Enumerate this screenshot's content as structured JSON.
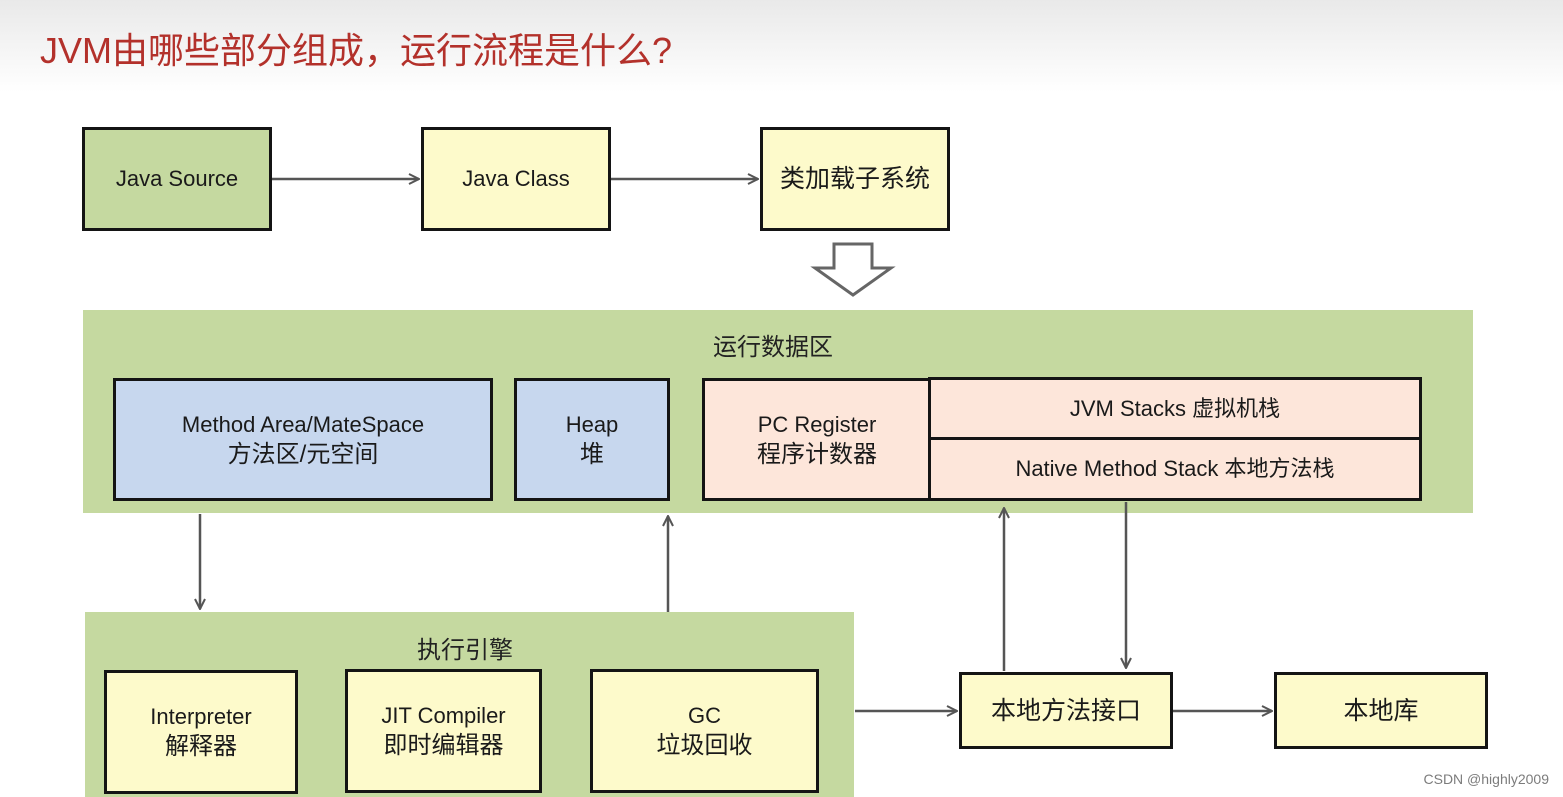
{
  "title": "JVM由哪些部分组成，运行流程是什么?",
  "top_row": {
    "java_source": "Java Source",
    "java_class": "Java Class",
    "class_loader": "类加载子系统"
  },
  "runtime_data_area": {
    "label": "运行数据区",
    "method_area": {
      "line1": "Method Area/MateSpace",
      "line2": "方法区/元空间"
    },
    "heap": {
      "line1": "Heap",
      "line2": "堆"
    },
    "pc_register": {
      "line1": "PC Register",
      "line2": "程序计数器"
    },
    "jvm_stacks": "JVM Stacks 虚拟机栈",
    "native_method_stack": "Native Method Stack 本地方法栈"
  },
  "execution_engine": {
    "label": "执行引擎",
    "interpreter": {
      "line1": "Interpreter",
      "line2": "解释器"
    },
    "jit_compiler": {
      "line1": "JIT Compiler",
      "line2": "即时编辑器"
    },
    "gc": {
      "line1": "GC",
      "line2": "垃圾回收"
    }
  },
  "native_interface": "本地方法接口",
  "native_library": "本地库",
  "watermark": "CSDN @highly2009",
  "colors": {
    "title": "#b3312b",
    "green": "#c5d9a0",
    "yellow": "#fdfacb",
    "blue": "#c7d7ee",
    "peach": "#fde6da"
  }
}
